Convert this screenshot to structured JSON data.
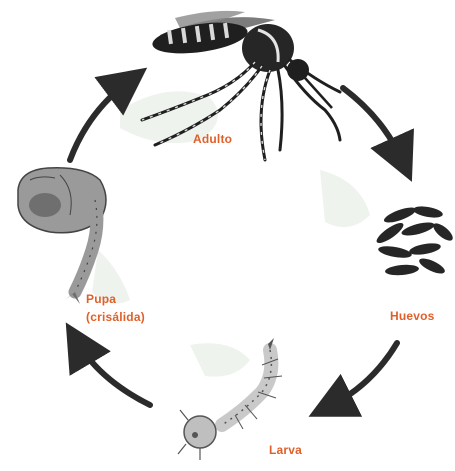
{
  "stages": {
    "adult": "Adulto",
    "eggs": "Huevos",
    "larva": "Larva",
    "pupa_line1": "Pupa",
    "pupa_line2": "(crisálida)"
  },
  "colors": {
    "label": "#e0602a",
    "arrow": "#2b2b2b",
    "insect_dark": "#1f1f1f",
    "insect_light": "#d9d9d9",
    "pupa_body": "#9a9a9a",
    "larva_body": "#c9c9c9",
    "background_shape": "#eef3ee"
  },
  "icons": {
    "adult": "mosquito-icon",
    "eggs": "eggs-icon",
    "larva": "larva-icon",
    "pupa": "pupa-icon"
  }
}
